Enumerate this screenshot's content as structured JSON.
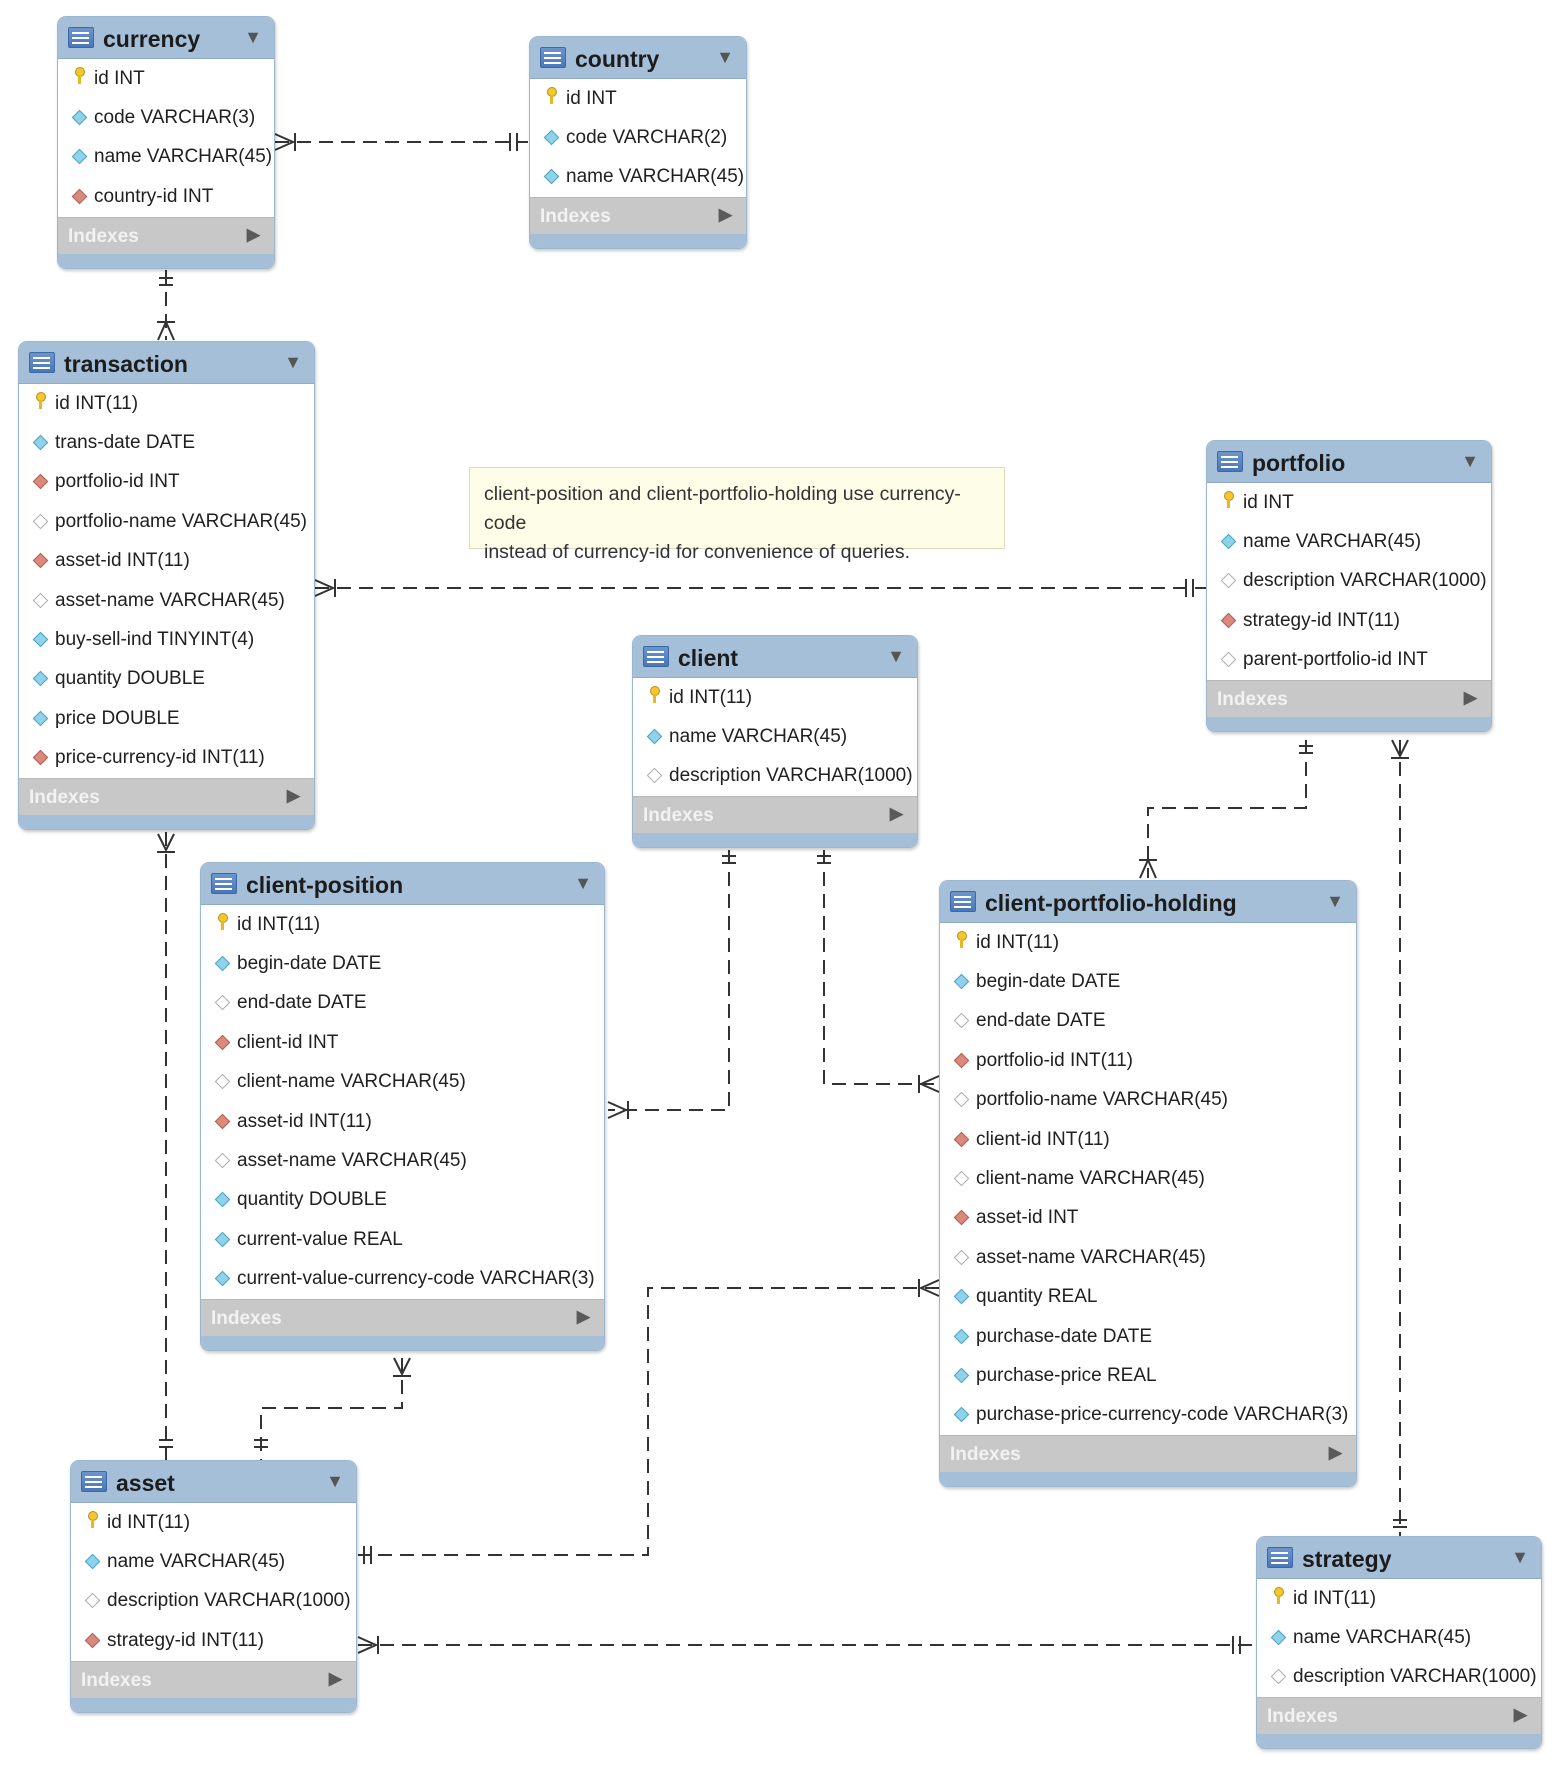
{
  "tables": {
    "currency": {
      "name": "currency",
      "index_label": "Indexes",
      "columns": [
        {
          "kind": "pk",
          "text": "id INT"
        },
        {
          "kind": "nn",
          "text": "code VARCHAR(3)"
        },
        {
          "kind": "nn",
          "text": "name VARCHAR(45)"
        },
        {
          "kind": "fk",
          "text": "country-id INT"
        }
      ]
    },
    "country": {
      "name": "country",
      "index_label": "Indexes",
      "columns": [
        {
          "kind": "pk",
          "text": "id INT"
        },
        {
          "kind": "nn",
          "text": "code VARCHAR(2)"
        },
        {
          "kind": "nn",
          "text": "name VARCHAR(45)"
        }
      ]
    },
    "transaction": {
      "name": "transaction",
      "index_label": "Indexes",
      "columns": [
        {
          "kind": "pk",
          "text": "id INT(11)"
        },
        {
          "kind": "nn",
          "text": "trans-date DATE"
        },
        {
          "kind": "fk",
          "text": "portfolio-id INT"
        },
        {
          "kind": "nul",
          "text": "portfolio-name VARCHAR(45)"
        },
        {
          "kind": "fk",
          "text": "asset-id INT(11)"
        },
        {
          "kind": "nul",
          "text": "asset-name VARCHAR(45)"
        },
        {
          "kind": "nn",
          "text": "buy-sell-ind TINYINT(4)"
        },
        {
          "kind": "nn",
          "text": "quantity DOUBLE"
        },
        {
          "kind": "nn",
          "text": "price DOUBLE"
        },
        {
          "kind": "fk",
          "text": "price-currency-id INT(11)"
        }
      ]
    },
    "portfolio": {
      "name": "portfolio",
      "index_label": "Indexes",
      "columns": [
        {
          "kind": "pk",
          "text": "id INT"
        },
        {
          "kind": "nn",
          "text": "name VARCHAR(45)"
        },
        {
          "kind": "nul",
          "text": "description VARCHAR(1000)"
        },
        {
          "kind": "fk",
          "text": "strategy-id INT(11)"
        },
        {
          "kind": "nul",
          "text": "parent-portfolio-id INT"
        }
      ]
    },
    "client": {
      "name": "client",
      "index_label": "Indexes",
      "columns": [
        {
          "kind": "pk",
          "text": "id INT(11)"
        },
        {
          "kind": "nn",
          "text": "name VARCHAR(45)"
        },
        {
          "kind": "nul",
          "text": "description VARCHAR(1000)"
        }
      ]
    },
    "client_position": {
      "name": "client-position",
      "index_label": "Indexes",
      "columns": [
        {
          "kind": "pk",
          "text": "id INT(11)"
        },
        {
          "kind": "nn",
          "text": "begin-date DATE"
        },
        {
          "kind": "nul",
          "text": "end-date DATE"
        },
        {
          "kind": "fk",
          "text": "client-id INT"
        },
        {
          "kind": "nul",
          "text": "client-name VARCHAR(45)"
        },
        {
          "kind": "fk",
          "text": "asset-id INT(11)"
        },
        {
          "kind": "nul",
          "text": "asset-name VARCHAR(45)"
        },
        {
          "kind": "nn",
          "text": "quantity DOUBLE"
        },
        {
          "kind": "nn",
          "text": "current-value REAL"
        },
        {
          "kind": "nn",
          "text": "current-value-currency-code VARCHAR(3)"
        }
      ]
    },
    "client_portfolio_holding": {
      "name": "client-portfolio-holding",
      "index_label": "Indexes",
      "columns": [
        {
          "kind": "pk",
          "text": "id INT(11)"
        },
        {
          "kind": "nn",
          "text": "begin-date DATE"
        },
        {
          "kind": "nul",
          "text": "end-date DATE"
        },
        {
          "kind": "fk",
          "text": "portfolio-id INT(11)"
        },
        {
          "kind": "nul",
          "text": "portfolio-name VARCHAR(45)"
        },
        {
          "kind": "fk",
          "text": "client-id INT(11)"
        },
        {
          "kind": "nul",
          "text": "client-name VARCHAR(45)"
        },
        {
          "kind": "fk",
          "text": "asset-id INT"
        },
        {
          "kind": "nul",
          "text": "asset-name VARCHAR(45)"
        },
        {
          "kind": "nn",
          "text": "quantity REAL"
        },
        {
          "kind": "nn",
          "text": "purchase-date DATE"
        },
        {
          "kind": "nn",
          "text": "purchase-price REAL"
        },
        {
          "kind": "nn",
          "text": "purchase-price-currency-code VARCHAR(3)"
        }
      ]
    },
    "asset": {
      "name": "asset",
      "index_label": "Indexes",
      "columns": [
        {
          "kind": "pk",
          "text": "id INT(11)"
        },
        {
          "kind": "nn",
          "text": "name VARCHAR(45)"
        },
        {
          "kind": "nul",
          "text": "description VARCHAR(1000)"
        },
        {
          "kind": "fk",
          "text": "strategy-id INT(11)"
        }
      ]
    },
    "strategy": {
      "name": "strategy",
      "index_label": "Indexes",
      "columns": [
        {
          "kind": "pk",
          "text": "id INT(11)"
        },
        {
          "kind": "nn",
          "text": "name VARCHAR(45)"
        },
        {
          "kind": "nul",
          "text": "description VARCHAR(1000)"
        }
      ]
    }
  },
  "note": {
    "line1": "client-position and client-portfolio-holding use currency-code",
    "line2": "instead of currency-id for convenience of queries."
  },
  "colors": {
    "header": "#a5bfd9",
    "index_bar": "#c8c8c8",
    "connector": "#333333",
    "note_bg": "#fdfde8"
  },
  "icons": {
    "table": "table-icon",
    "pk": "primary-key-icon",
    "nn": "not-null-column-icon",
    "nul": "nullable-column-icon",
    "fk": "foreign-key-icon",
    "caret": "chevron-down-icon",
    "index_arrow": "expand-arrow-icon"
  }
}
